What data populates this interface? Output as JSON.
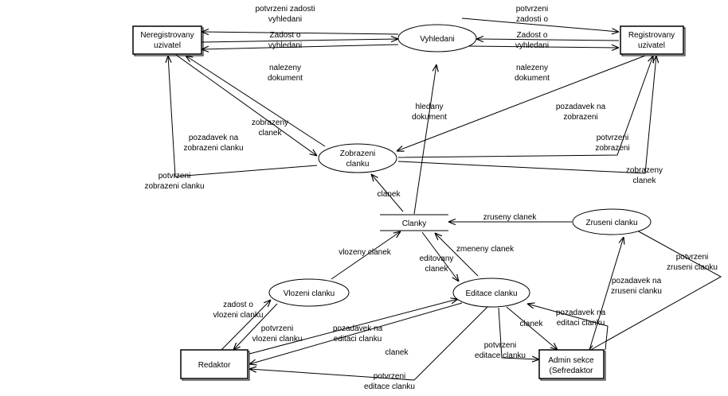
{
  "entities": {
    "neregistrovany": [
      "Neregistrovany",
      "uzivatel"
    ],
    "registrovany": [
      "Registrovany",
      "uzivatel"
    ],
    "redaktor": [
      "Redaktor"
    ],
    "admin": [
      "Admin sekce",
      "(Sefredaktor"
    ]
  },
  "processes": {
    "vyhledani": [
      "Vyhledani"
    ],
    "zobrazeni": [
      "Zobrazeni",
      "clanku"
    ],
    "vlozeni": [
      "Vlozeni clanku"
    ],
    "editace": [
      "Editace clanku"
    ],
    "zruseni": [
      "Zruseni clanku"
    ]
  },
  "store": {
    "clanky": "Clanky"
  },
  "flows": {
    "potvrzeni_zadosti_l": [
      "potvrzeni zadosti",
      "vyhledani"
    ],
    "zadost_vyhledani_l": [
      "Zadost o",
      "vyhledani"
    ],
    "nalezeny_dokument_l": [
      "nalezeny",
      "dokument"
    ],
    "potvrzeni_zadosti_r": [
      "potvrzeni",
      "zadosti o"
    ],
    "zadost_vyhledani_r": [
      "Zadost o",
      "vyhledani"
    ],
    "nalezeny_dokument_r": [
      "nalezeny",
      "dokument"
    ],
    "hledany_dokument": [
      "hledany",
      "dokument"
    ],
    "zobrazeny_clanek_l": [
      "zobrazeny",
      "clanek"
    ],
    "pozadavek_zobrazeni_l": [
      "pozadavek na",
      "zobrazeni clanku"
    ],
    "potvrzeni_zobrazeni_l": [
      "potvrzeni",
      "zobrazeni clanku"
    ],
    "pozadavek_zobrazeni_r": [
      "pozadavek na",
      "zobrazeni"
    ],
    "potvrzeni_zobrazeni_r": [
      "potvrzeni",
      "zobrazeni"
    ],
    "zobrazeny_clanek_r": [
      "zobrazeny",
      "clanek"
    ],
    "clanek_store": [
      "clanek"
    ],
    "zruseny_clanek": [
      "zruseny clanek"
    ],
    "vlozeny_clanek": [
      "vlozeny clanek"
    ],
    "zmeneny_clanek": [
      "zmeneny clanek"
    ],
    "editovany_clanek": [
      "editovany",
      "clanek"
    ],
    "zadost_vlozeni": [
      "zadost o",
      "vlozeni clanku"
    ],
    "potvrzeni_vlozeni": [
      "potvrzeni",
      "vlozeni clanku"
    ],
    "pozadavek_editaci_red": [
      "pozadavek na",
      "editaci clanku"
    ],
    "clanek_red": [
      "clanek"
    ],
    "potvrzeni_editace_red": [
      "potvrzeni",
      "editace clanku"
    ],
    "clanek_admin": [
      "clanek"
    ],
    "pozadavek_editaci_admin": [
      "pozadavek na",
      "editaci clanku"
    ],
    "potvrzeni_editace_admin": [
      "potvrzeni",
      "editace clanku"
    ],
    "pozadavek_zruseni": [
      "pozadavek na",
      "zruseni clanku"
    ],
    "potvrzeni_zruseni": [
      "potvrzeni",
      "zruseni clanku"
    ]
  }
}
